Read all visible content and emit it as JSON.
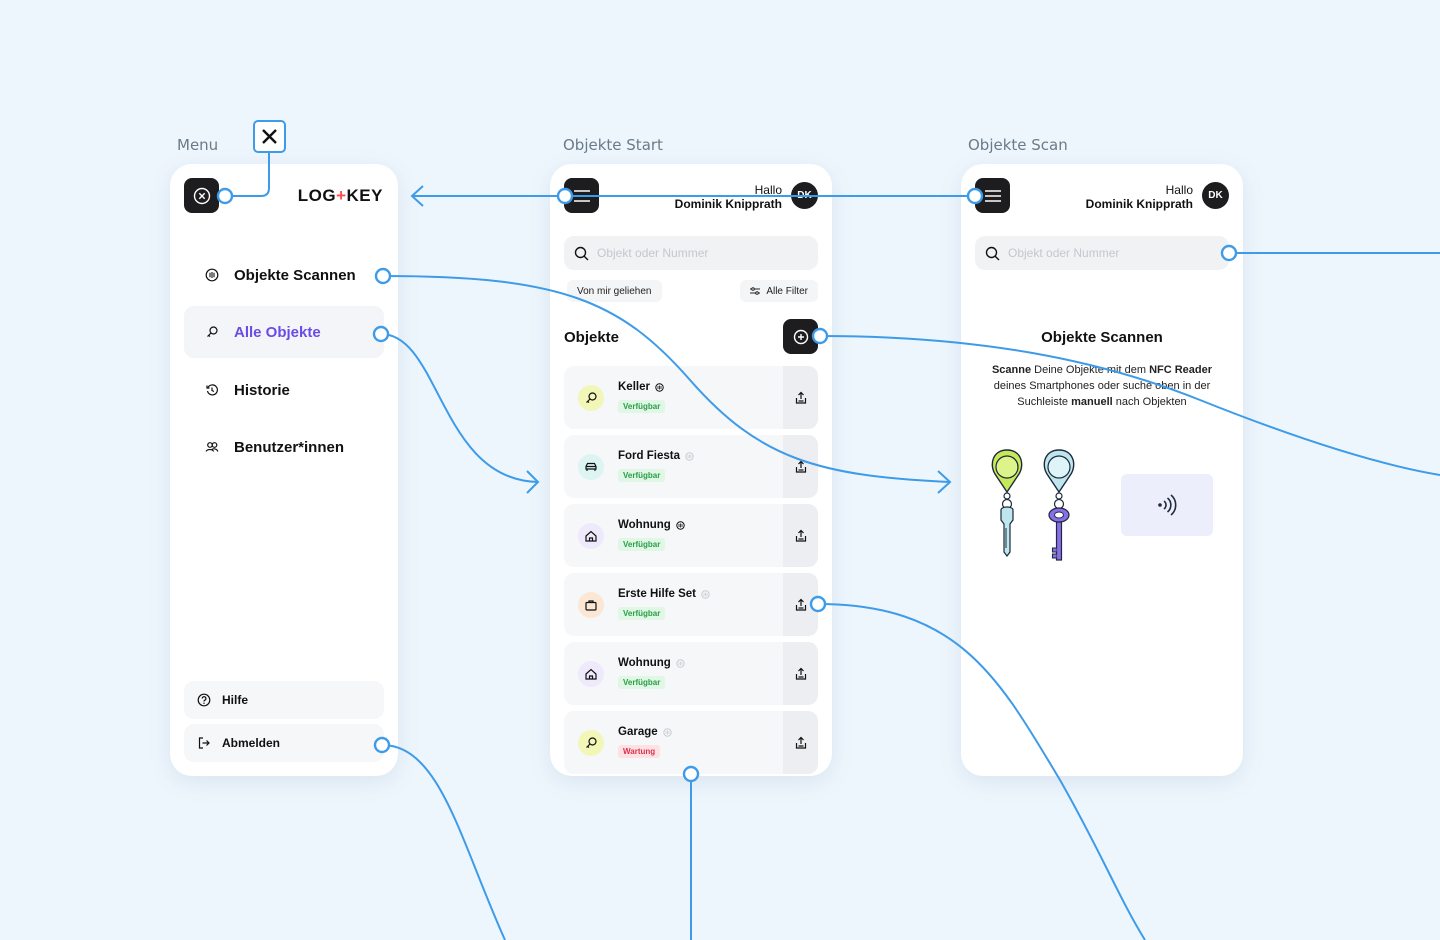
{
  "labels": {
    "menu": "Menu",
    "start": "Objekte Start",
    "scan": "Objekte Scan"
  },
  "menu_screen": {
    "logo_left": "LOG",
    "logo_plus": "+",
    "logo_right": "KEY",
    "items": [
      {
        "label": "Objekte Scannen",
        "icon": "nfc-icon"
      },
      {
        "label": "Alle Objekte",
        "icon": "key-icon",
        "active": true
      },
      {
        "label": "Historie",
        "icon": "history-icon"
      },
      {
        "label": "Benutzer*innen",
        "icon": "users-icon"
      }
    ],
    "help": "Hilfe",
    "logout": "Abmelden"
  },
  "user": {
    "hello": "Hallo",
    "name": "Dominik Knipprath",
    "initials": "DK"
  },
  "search": {
    "placeholder": "Objekt oder Nummer"
  },
  "filters": {
    "borrowed": "Von mir geliehen",
    "all": "Alle Filter"
  },
  "objects": {
    "title": "Objekte",
    "rows": [
      {
        "name": "Keller",
        "status": "Verfügbar",
        "icon": "key-icon",
        "color": "#f2f7b8"
      },
      {
        "name": "Ford Fiesta",
        "status": "Verfügbar",
        "icon": "car-icon",
        "color": "#dcf4f2"
      },
      {
        "name": "Wohnung",
        "status": "Verfügbar",
        "icon": "home-icon",
        "color": "#eeeafc"
      },
      {
        "name": "Erste Hilfe Set",
        "status": "Verfügbar",
        "icon": "bag-icon",
        "color": "#fbe7d3"
      },
      {
        "name": "Wohnung",
        "status": "Verfügbar",
        "icon": "home-icon",
        "color": "#eeeafc"
      },
      {
        "name": "Garage",
        "status": "Wartung",
        "icon": "key-icon",
        "color": "#f2f7b8"
      }
    ]
  },
  "scan_screen": {
    "title": "Objekte Scannen",
    "desc_bold1": "Scanne",
    "desc_1": " Deine Objekte mit dem ",
    "desc_bold2": "NFC Reader",
    "desc_2": " deines Smartphones oder suche oben in der Suchleiste ",
    "desc_bold3": "manuell",
    "desc_3": " nach Objekten"
  },
  "colors": {
    "accent": "#3d9be9",
    "active": "#6b4be8",
    "dark": "#1d1d1f"
  }
}
